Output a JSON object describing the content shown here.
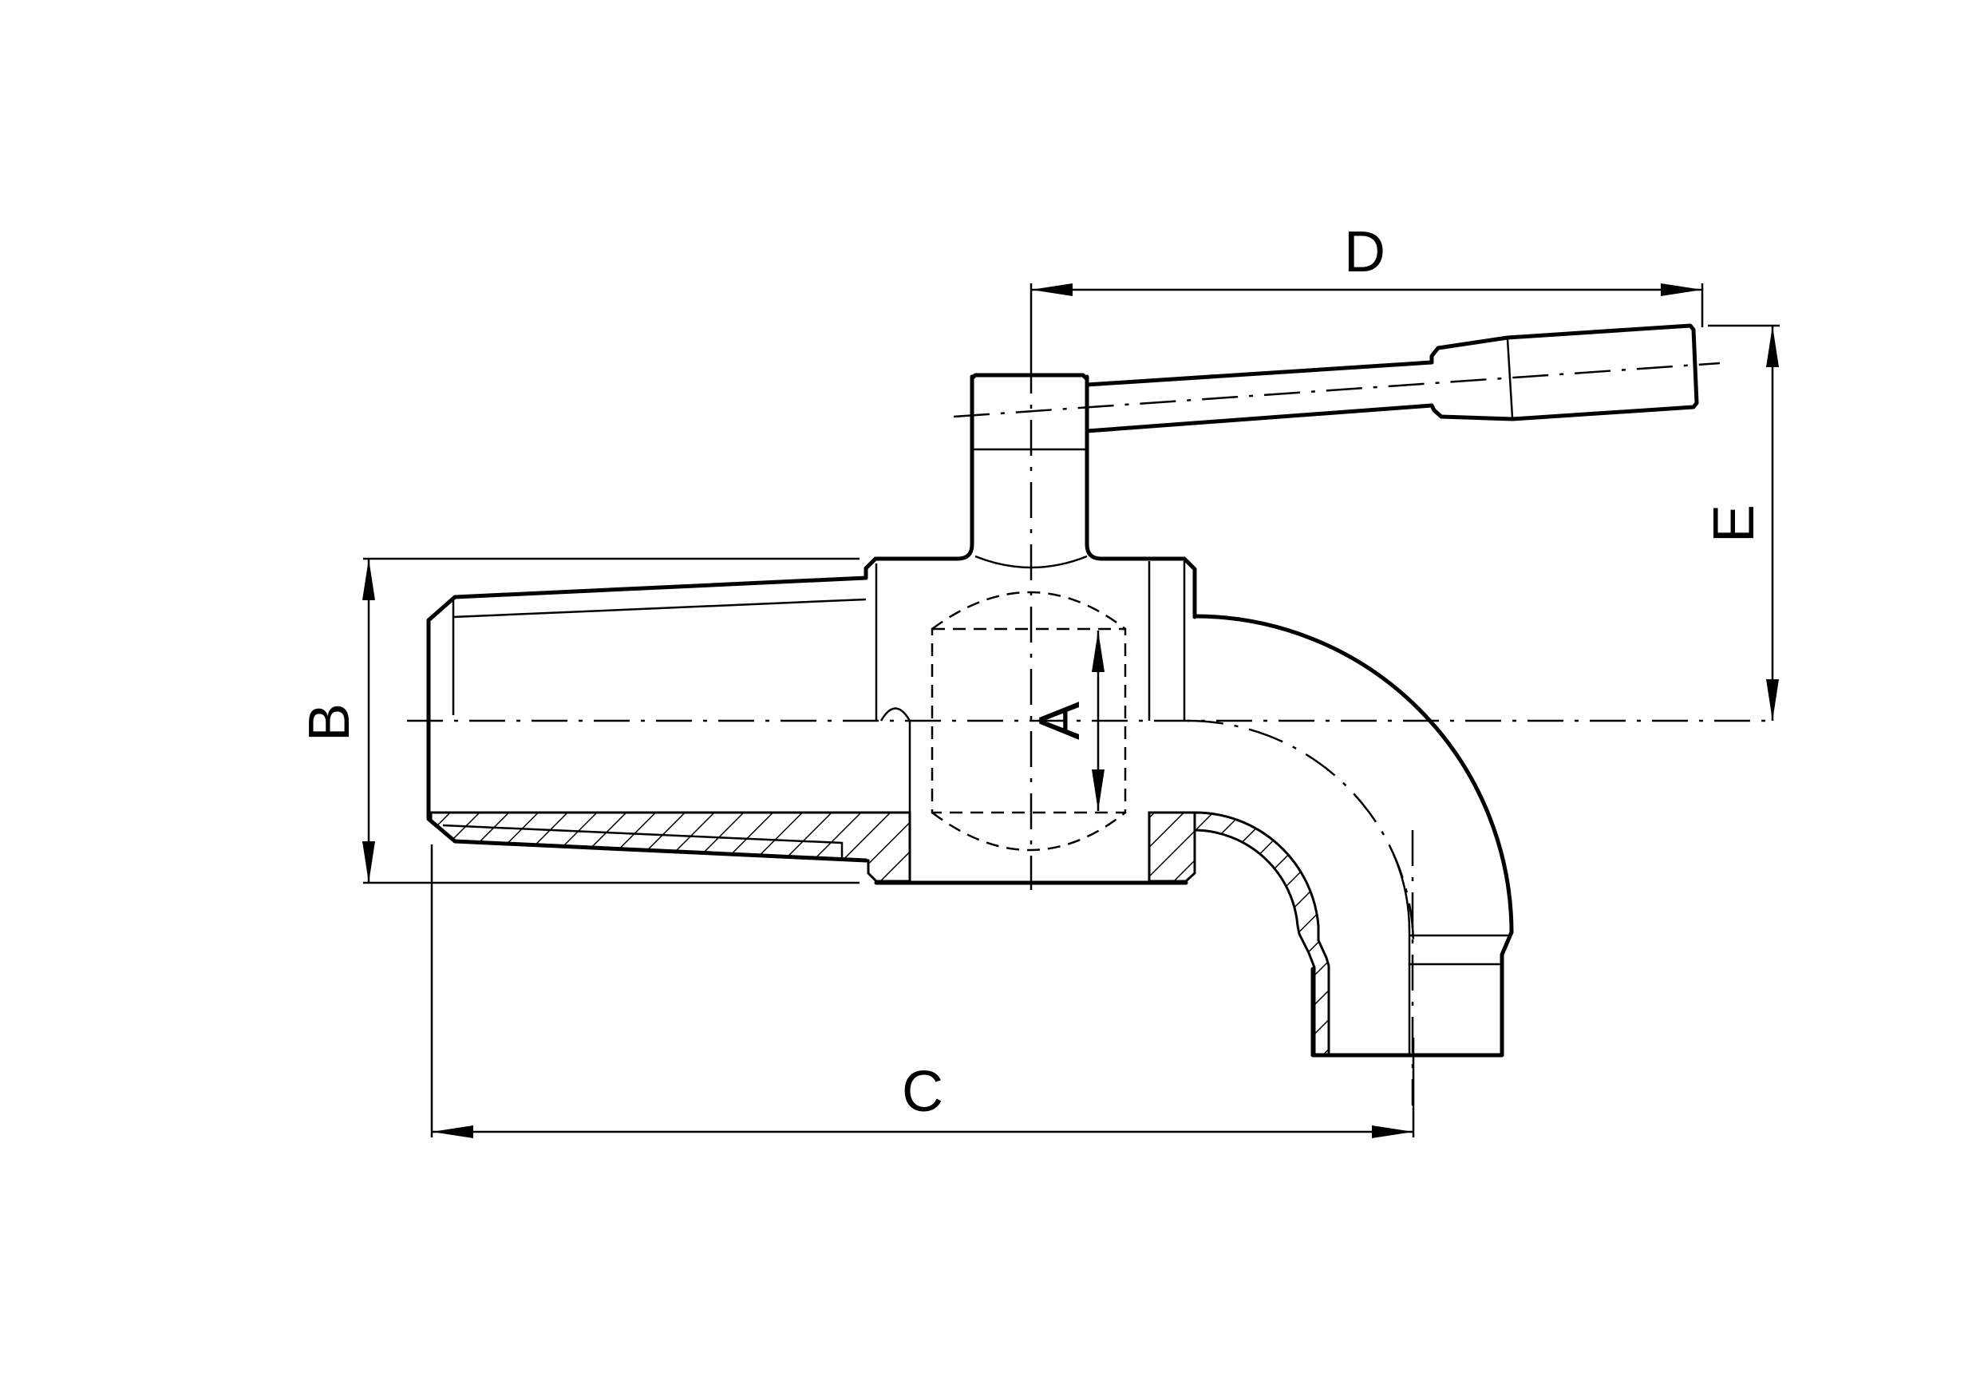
{
  "dimensions": {
    "A": "A",
    "B": "B",
    "C": "C",
    "D": "D",
    "E": "E"
  },
  "colors": {
    "line": "#000000",
    "background": "#ffffff"
  }
}
